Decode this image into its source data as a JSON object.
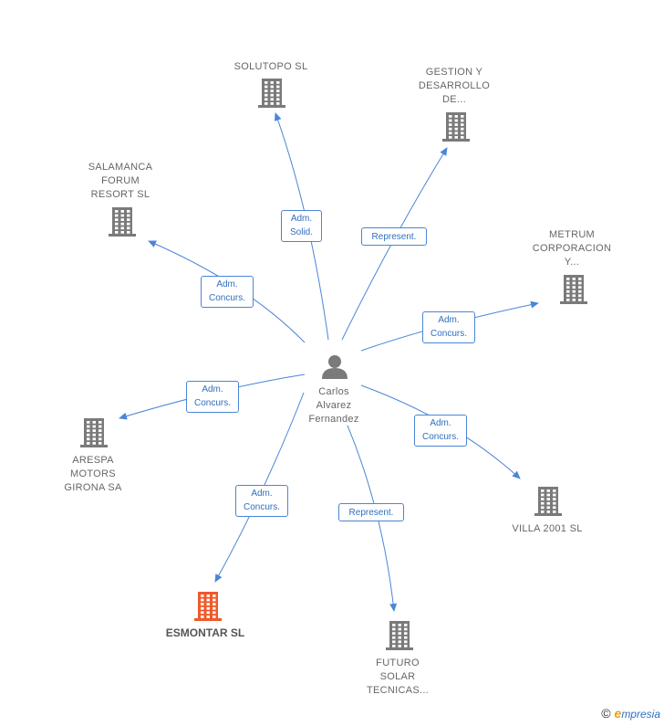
{
  "center": {
    "id": "carlos",
    "label": "Carlos\nAlvarez\nFernandez",
    "icon": "person-icon"
  },
  "nodes": [
    {
      "id": "solutopo",
      "label": "SOLUTOPO SL",
      "icon": "building-icon",
      "focus": false
    },
    {
      "id": "gestion",
      "label": "GESTION Y\nDESARROLLO\nDE...",
      "icon": "building-icon",
      "focus": false
    },
    {
      "id": "salamanca",
      "label": "SALAMANCA\nFORUM\nRESORT SL",
      "icon": "building-icon",
      "focus": false
    },
    {
      "id": "metrum",
      "label": "METRUM\nCORPORACION\nY...",
      "icon": "building-icon",
      "focus": false
    },
    {
      "id": "arespa",
      "label": "ARESPA\nMOTORS\nGIRONA SA",
      "icon": "building-icon",
      "focus": false
    },
    {
      "id": "villa",
      "label": "VILLA 2001 SL",
      "icon": "building-icon",
      "focus": false
    },
    {
      "id": "esmontar",
      "label": "ESMONTAR SL",
      "icon": "building-icon",
      "focus": true
    },
    {
      "id": "futuro",
      "label": "FUTURO\nSOLAR\nTECNICAS...",
      "icon": "building-icon",
      "focus": false
    }
  ],
  "edges": [
    {
      "to": "solutopo",
      "label": "Adm.\nSolid."
    },
    {
      "to": "gestion",
      "label": "Represent."
    },
    {
      "to": "salamanca",
      "label": "Adm.\nConcurs."
    },
    {
      "to": "metrum",
      "label": "Adm.\nConcurs."
    },
    {
      "to": "arespa",
      "label": "Adm.\nConcurs."
    },
    {
      "to": "villa",
      "label": "Adm.\nConcurs."
    },
    {
      "to": "esmontar",
      "label": "Adm.\nConcurs."
    },
    {
      "to": "futuro",
      "label": "Represent."
    }
  ],
  "footer": {
    "copyright": "©",
    "brand_e": "e",
    "brand_rest": "mpresia"
  },
  "colors": {
    "edge": "#4a86d6",
    "building": "#7a7a7a",
    "focus_building": "#f0592a",
    "person": "#7a7a7a"
  }
}
